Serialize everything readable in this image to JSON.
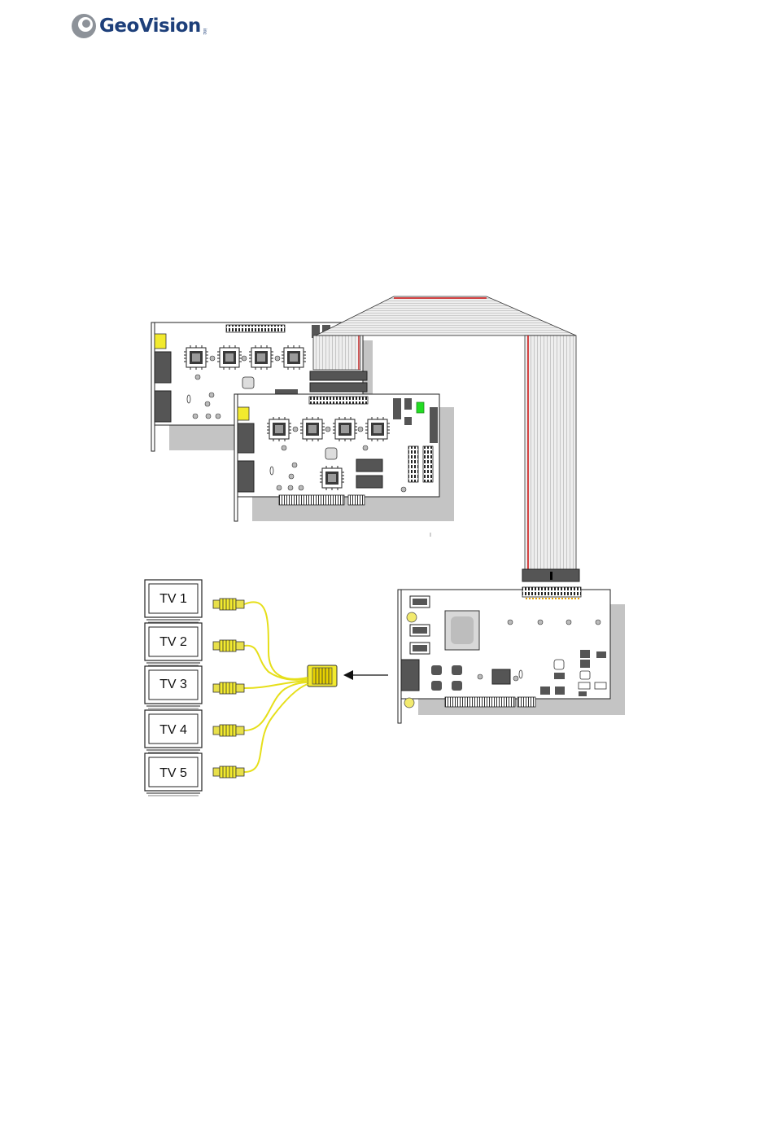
{
  "brand": {
    "name": "GeoVision",
    "suffix": "inc"
  },
  "diagram": {
    "cable_caption": "",
    "tv_units": [
      {
        "label": "TV 1"
      },
      {
        "label": "TV 2"
      },
      {
        "label": "TV 3"
      },
      {
        "label": "TV 4"
      },
      {
        "label": "TV 5"
      }
    ],
    "colors": {
      "cable_yellow": "#e6df1a",
      "ribbon_grey": "#e8e8e8",
      "ribbon_red_stripe": "#d01010",
      "board_shadow": "#c4c4c4",
      "header_block": "#555555",
      "indicator_green": "#22dd22"
    }
  }
}
